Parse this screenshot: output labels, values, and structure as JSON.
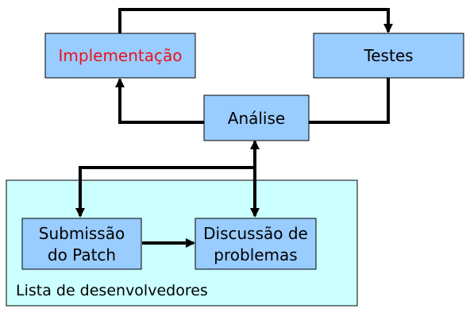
{
  "nodes": {
    "implementacao": {
      "label": "Implementação",
      "color": "#e8141c"
    },
    "testes": {
      "label": "Testes"
    },
    "analise": {
      "label": "Análise"
    },
    "submissao": {
      "line1": "Submissão",
      "line2": "do Patch"
    },
    "discussao": {
      "line1": "Discussão de",
      "line2": "problemas"
    }
  },
  "group": {
    "label": "Lista de desenvolvedores"
  },
  "colors": {
    "node_fill": "#99ccff",
    "group_fill": "#ccffff",
    "stroke": "#000000",
    "text": "#000000"
  }
}
